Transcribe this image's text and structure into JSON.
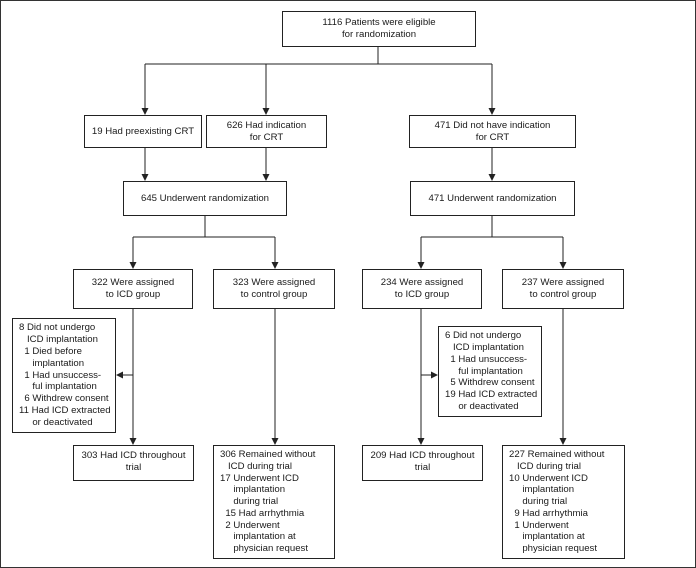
{
  "diagram": {
    "eligible": "1116 Patients were eligible\nfor randomization",
    "preexisting_crt": "19 Had preexisting CRT",
    "indication_crt": "626 Had indication\nfor CRT",
    "no_indication_crt": "471 Did not have indication\nfor CRT",
    "randomized_left": "645 Underwent randomization",
    "randomized_right": "471 Underwent randomization",
    "icd_group_left": "322 Were assigned\nto ICD group",
    "control_group_left": "323 Were assigned\nto control group",
    "icd_group_right": "234 Were assigned\nto ICD group",
    "control_group_right": "237 Were assigned\nto control group",
    "excluded_left": "8 Did not undergo\n   ICD implantation\n  1 Died before\n     implantation\n  1 Had unsuccess-\n     ful implantation\n  6 Withdrew consent\n11 Had ICD extracted\n     or deactivated",
    "excluded_right": "6 Did not undergo\n   ICD implantation\n  1 Had unsuccess-\n     ful implantation\n  5 Withdrew consent\n19 Had ICD extracted\n     or deactivated",
    "outcome_icd_left": "303 Had ICD throughout\ntrial",
    "outcome_control_left": "306 Remained without\n   ICD during trial\n17 Underwent ICD\n     implantation\n     during trial\n  15 Had arrhythmia\n  2 Underwent\n     implantation at\n     physician request",
    "outcome_icd_right": "209 Had ICD throughout\ntrial",
    "outcome_control_right": "227 Remained without\n   ICD during trial\n10 Underwent ICD\n     implantation\n     during trial\n  9 Had arrhythmia\n  1 Underwent\n     implantation at\n     physician request"
  }
}
